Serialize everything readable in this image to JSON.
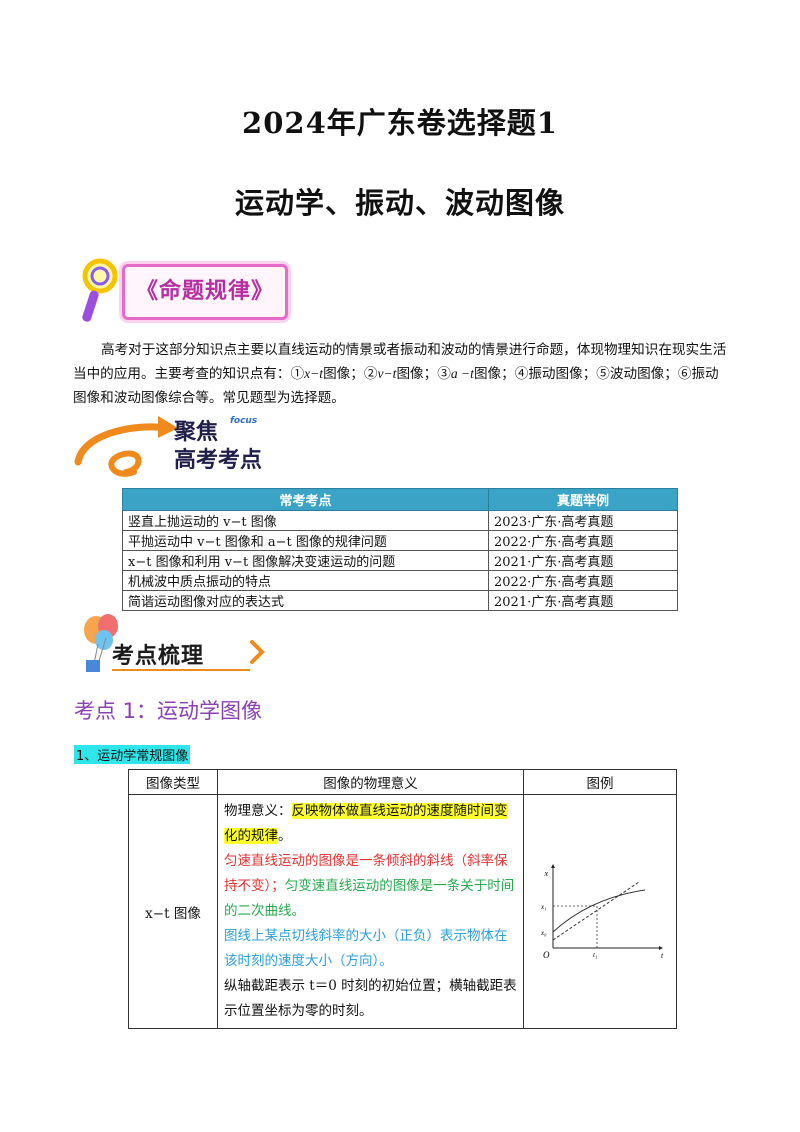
{
  "header": {
    "title": "2024年广东卷选择题1",
    "subtitle": "运动学、振动、波动图像"
  },
  "banner1": {
    "label": "《命题规律》"
  },
  "intro": {
    "p1": "高考对于这部分知识点主要以直线运动的情景或者振动和波动的情景进行命题，体现物理知识在现实生活当中的应用。主要考查的知识点有：①",
    "t1": "x−t",
    "p2": "图像；②",
    "t2": "v−t",
    "p3": "图像；③",
    "t3": "a −t",
    "p4": "图像；④振动图像；⑤波动图像；⑥振动图像和波动图像综合等。常见题型为选择题。"
  },
  "focus": {
    "line1": "聚焦",
    "tag": "focus",
    "line2": "高考考点"
  },
  "exam_table": {
    "headers": [
      "常考考点",
      "真题举例"
    ],
    "rows": [
      [
        "竖直上抛运动的 v−t 图像",
        "2023·广东·高考真题"
      ],
      [
        "平抛运动中 v−t 图像和 a−t 图像的规律问题",
        "2022·广东·高考真题"
      ],
      [
        "x−t 图像和利用 v−t 图像解决变速运动的问题",
        "2021·广东·高考真题"
      ],
      [
        "机械波中质点振动的特点",
        "2022·广东·高考真题"
      ],
      [
        "简谐运动图像对应的表达式",
        "2021·广东·高考真题"
      ]
    ]
  },
  "banner2": {
    "label": "考点梳理"
  },
  "section": {
    "heading": "考点 1：运动学图像",
    "subheading": "1、运动学常规图像"
  },
  "image_table": {
    "headers": [
      "图像类型",
      "图像的物理意义",
      "图例"
    ],
    "row": {
      "type": "x−t 图像",
      "d1a": "物理意义：",
      "d1b": "反映物体做直线运动的速度随时间变化的规律",
      "d1c": "。",
      "d2": "匀速直线运动的图像是一条倾斜的斜线（斜率保持不变）；",
      "d3": "匀变速直线运动的图像是一条关于时间的二次曲线。",
      "d4": "图线上某点切线斜率的大小（正负）表示物体在该时刻的速度大小（方向）。",
      "d5": "纵轴截距表示 t＝0 时刻的初始位置；横轴截距表示位置坐标为零的时刻。"
    },
    "graph": {
      "y_axis": "x",
      "x_axis": "t",
      "origin": "O",
      "x1": "x₁",
      "x0": "x₀",
      "t1": "t₁"
    }
  },
  "colors": {
    "table_header": "#3aa3c6",
    "section_heading": "#8a3fb3",
    "highlight": "#ffff2a",
    "red": "#e23232",
    "green": "#27a84e",
    "blue": "#2a9fd8"
  }
}
